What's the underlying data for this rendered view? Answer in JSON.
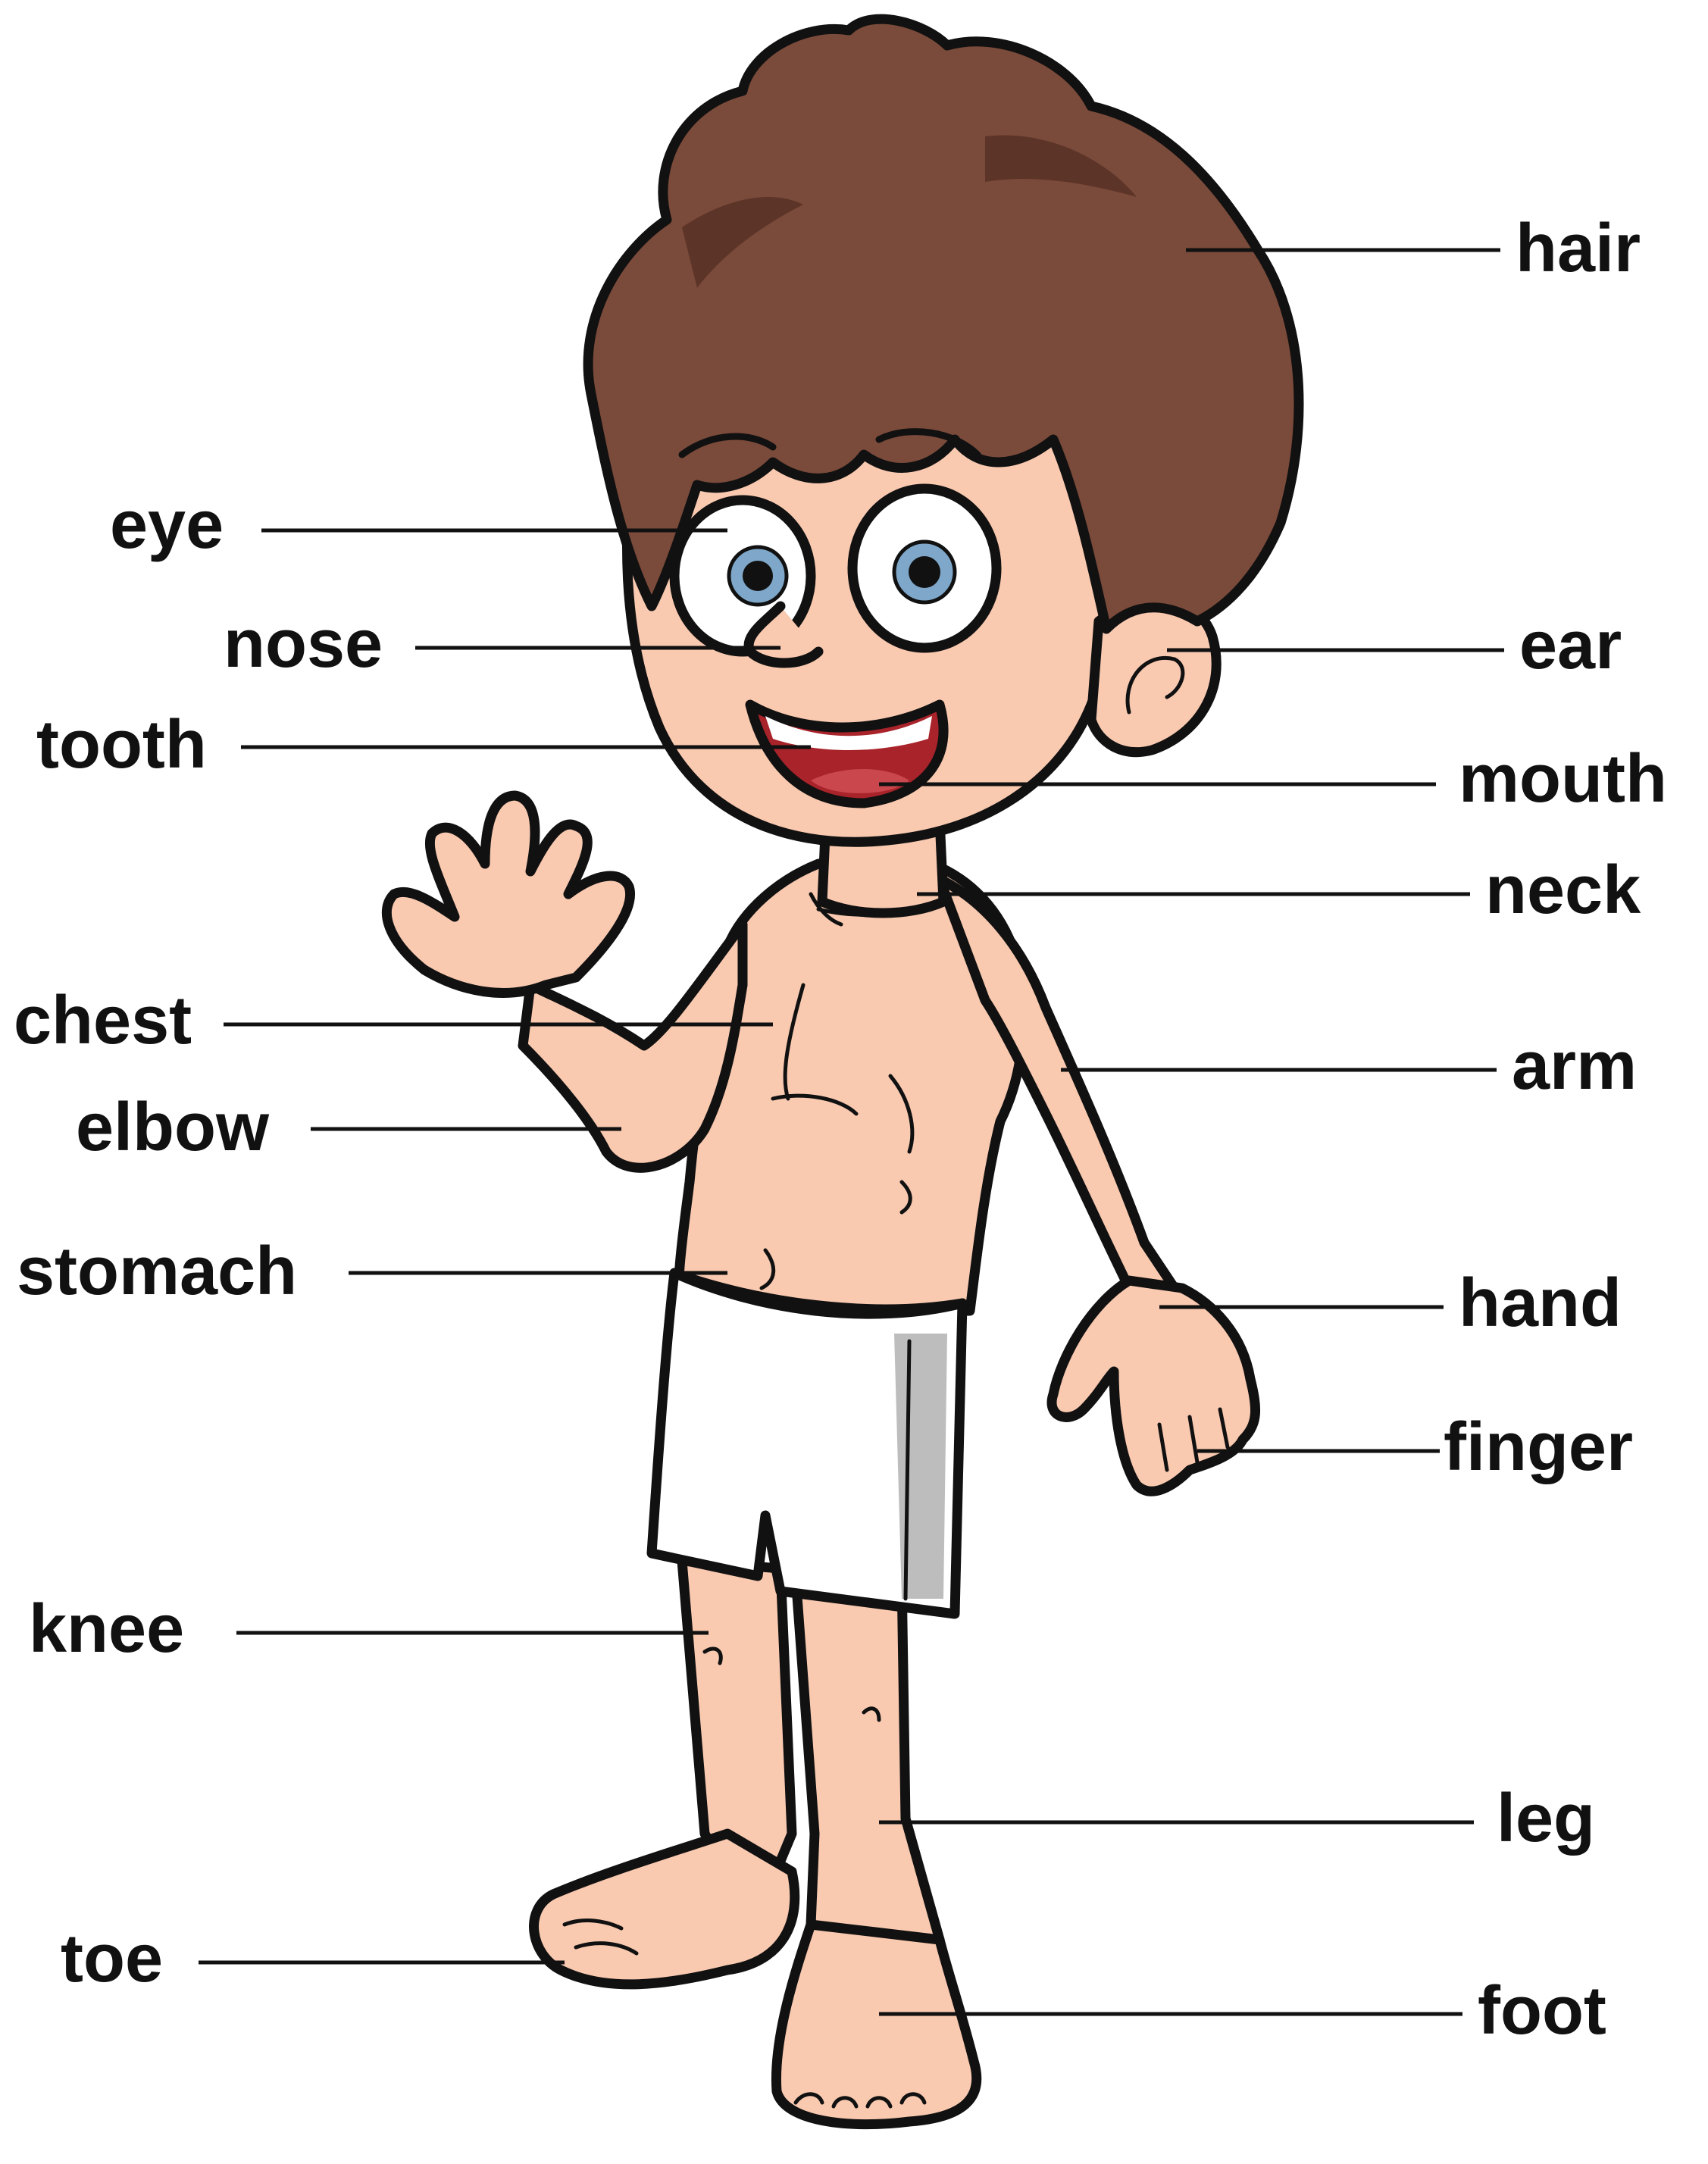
{
  "diagram": {
    "colors": {
      "skin": "#f9c9b0",
      "skin_shade": "#f2a98c",
      "hair": "#7a4a3a",
      "hair_shade": "#5c3428",
      "outline": "#111111",
      "shorts": "#ffffff",
      "shorts_shade": "#bdbdbd",
      "iris": "#7fa7c9",
      "mouth": "#a8232a",
      "tongue": "#c9474d"
    },
    "labels": {
      "hair": "hair",
      "eye": "eye",
      "nose": "nose",
      "ear": "ear",
      "tooth": "tooth",
      "mouth": "mouth",
      "neck": "neck",
      "chest": "chest",
      "arm": "arm",
      "elbow": "elbow",
      "stomach": "stomach",
      "hand": "hand",
      "finger": "finger",
      "knee": "knee",
      "leg": "leg",
      "toe": "toe",
      "foot": "foot"
    }
  }
}
